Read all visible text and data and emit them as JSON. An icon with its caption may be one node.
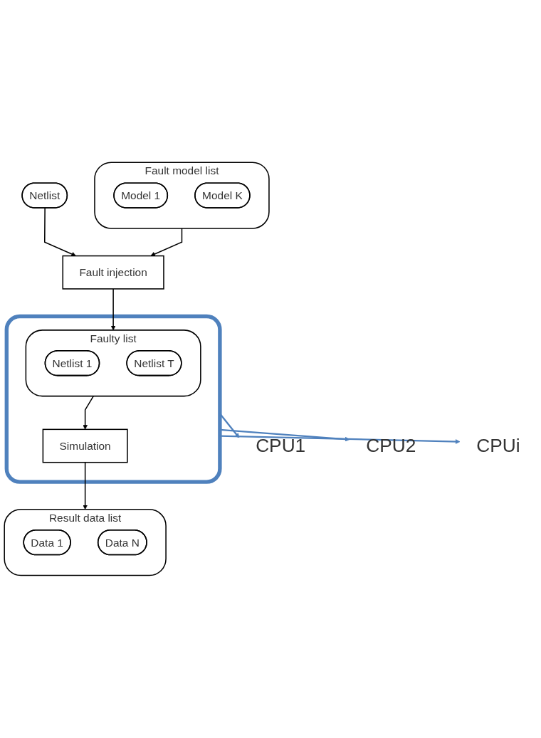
{
  "diagram": {
    "nodes": [
      {
        "text": [
          "Fault model list"
        ]
      },
      {
        "text": [
          "Model 1"
        ],
        "in": 0
      },
      {
        "text": [
          "Model K"
        ],
        "in": 0
      },
      {
        "text": [
          "Netlist"
        ]
      },
      {
        "text": [
          "Fault injection"
        ]
      },
      {
        "text": [],
        "shape": "box"
      },
      {
        "text": [
          "Faulty list"
        ],
        "in": 5
      },
      {
        "text": [
          "Netlist 1"
        ],
        "in": 6
      },
      {
        "text": [
          "Netlist T"
        ],
        "in": 6
      },
      {
        "text": [
          "Simulation"
        ],
        "in": 5
      },
      {
        "text": [
          "Result data list"
        ]
      },
      {
        "text": [
          "Data 1"
        ],
        "in": 10
      },
      {
        "text": [
          "Data N"
        ],
        "in": 10
      },
      {
        "text": [
          "CPU1"
        ]
      },
      {
        "text": [
          "CPU2"
        ]
      },
      {
        "text": [
          "CPUi"
        ]
      }
    ],
    "edges": [
      {
        "from": 3,
        "to": 4,
        "arrow": "to"
      },
      {
        "from": 0,
        "to": 4,
        "arrow": "to"
      },
      {
        "from": 4,
        "to": 6,
        "arrow": "to"
      },
      {
        "from": 6,
        "to": 9,
        "arrow": "to"
      },
      {
        "from": 9,
        "to": 10,
        "arrow": "to"
      },
      {
        "from": 5,
        "to": 13,
        "arrow": "to",
        "color": "#4f81bd"
      },
      {
        "from": 5,
        "to": 14,
        "arrow": "to",
        "color": "#4f81bd"
      },
      {
        "from": 5,
        "to": 15,
        "arrow": "to",
        "color": "#4f81bd"
      }
    ]
  }
}
